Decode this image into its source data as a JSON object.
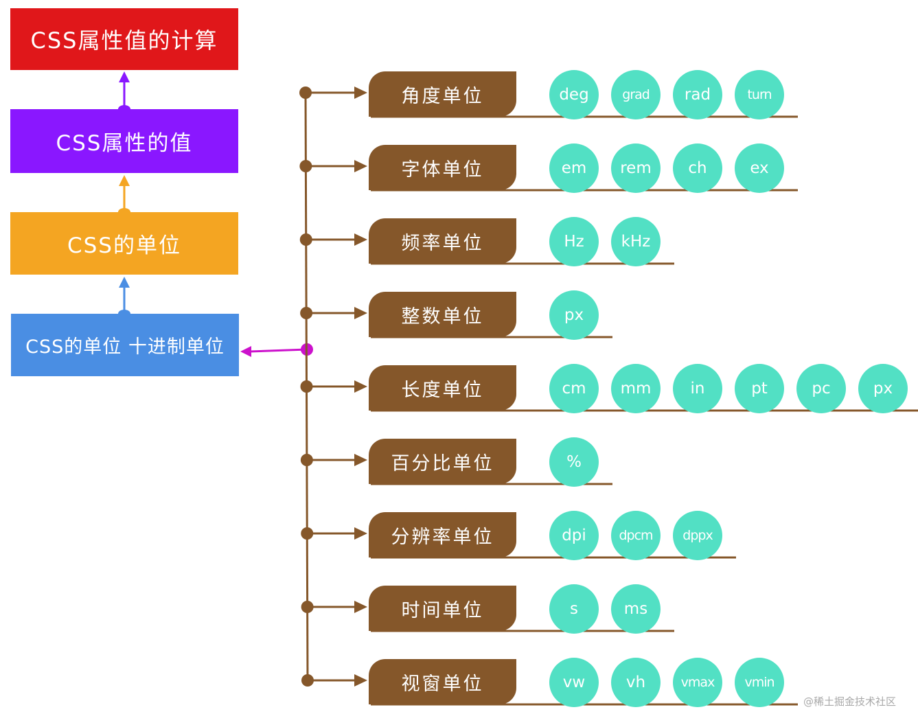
{
  "stack": {
    "calc": "CSS属性值的计算",
    "value": "CSS属性的值",
    "unit": "CSS的单位",
    "decimal": "CSS的单位 十进制单位"
  },
  "colors": {
    "calc": "#e0171a",
    "value": "#8a17ff",
    "unit": "#f4a522",
    "decimal": "#4a8ee3",
    "tag": "#85572a",
    "circle": "#52e0c4",
    "connector": "#cc11cc"
  },
  "categories": [
    {
      "label": "角度单位",
      "units": [
        "deg",
        "grad",
        "rad",
        "turn"
      ]
    },
    {
      "label": "字体单位",
      "units": [
        "em",
        "rem",
        "ch",
        "ex"
      ]
    },
    {
      "label": "频率单位",
      "units": [
        "Hz",
        "kHz"
      ]
    },
    {
      "label": "整数单位",
      "units": [
        "px"
      ]
    },
    {
      "label": "长度单位",
      "units": [
        "cm",
        "mm",
        "in",
        "pt",
        "pc",
        "px"
      ]
    },
    {
      "label": "百分比单位",
      "units": [
        "%"
      ]
    },
    {
      "label": "分辨率单位",
      "units": [
        "dpi",
        "dpcm",
        "dppx"
      ]
    },
    {
      "label": "时间单位",
      "units": [
        "s",
        "ms"
      ]
    },
    {
      "label": "视窗单位",
      "units": [
        "vw",
        "vh",
        "vmax",
        "vmin"
      ]
    }
  ],
  "watermark": "@稀土掘金技术社区"
}
